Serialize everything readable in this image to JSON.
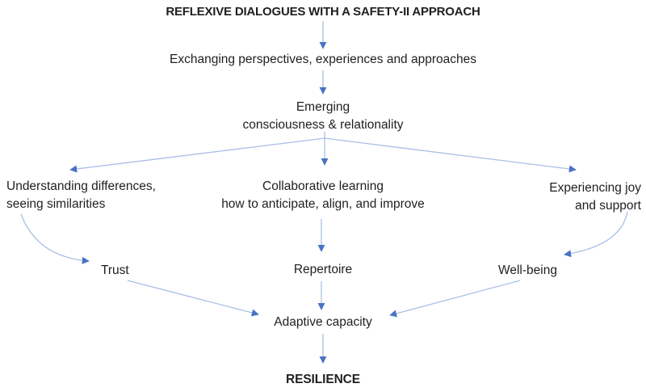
{
  "diagram": {
    "title": "REFLEXIVE DIALOGUES WITH A SAFETY-II APPROACH",
    "nodes": {
      "exchanging": "Exchanging perspectives, experiences and approaches",
      "emerging": {
        "line1": "Emerging",
        "line2": "consciousness & relationality"
      },
      "understanding": {
        "line1": "Understanding differences,",
        "line2": "seeing similarities"
      },
      "collaborative": {
        "line1": "Collaborative learning",
        "line2": "how to anticipate, align, and improve"
      },
      "experiencing": {
        "line1": "Experiencing joy",
        "line2": "and support"
      },
      "trust": "Trust",
      "repertoire": "Repertoire",
      "wellbeing": "Well-being",
      "adaptive_capacity": "Adaptive capacity",
      "resilience": "RESILIENCE"
    },
    "edges": [
      {
        "from": "title",
        "to": "exchanging"
      },
      {
        "from": "exchanging",
        "to": "emerging"
      },
      {
        "from": "emerging",
        "to": "understanding"
      },
      {
        "from": "emerging",
        "to": "collaborative"
      },
      {
        "from": "emerging",
        "to": "experiencing"
      },
      {
        "from": "understanding",
        "to": "trust"
      },
      {
        "from": "collaborative",
        "to": "repertoire"
      },
      {
        "from": "experiencing",
        "to": "wellbeing"
      },
      {
        "from": "trust",
        "to": "adaptive_capacity"
      },
      {
        "from": "repertoire",
        "to": "adaptive_capacity"
      },
      {
        "from": "wellbeing",
        "to": "adaptive_capacity"
      },
      {
        "from": "adaptive_capacity",
        "to": "resilience"
      }
    ],
    "colors": {
      "background": "#ffffff",
      "text": "#1f1f1f",
      "arrow_line": "#a9bfe6",
      "arrow_head": "#4a72c4"
    }
  }
}
